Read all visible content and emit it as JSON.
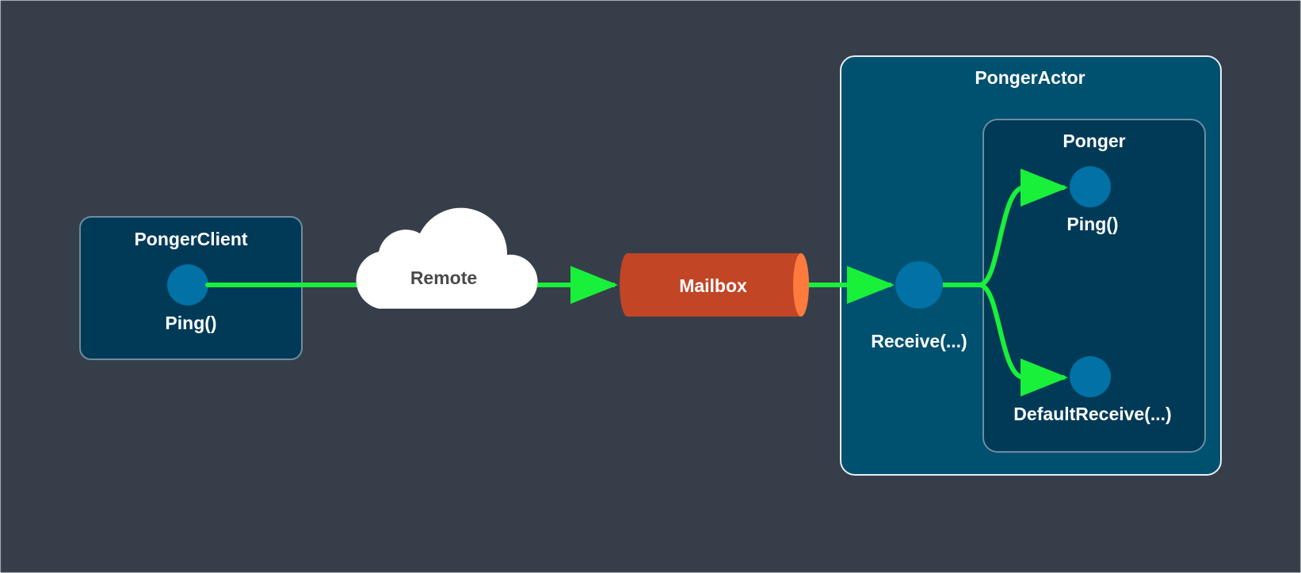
{
  "colors": {
    "background": "#363f49",
    "panel": "#003a57",
    "actor_panel": "#00506f",
    "node": "#0171a6",
    "arrow": "#19f03a",
    "mailbox": "#c24526",
    "mailbox_end": "#ff7a3d",
    "cloud": "#ffffff"
  },
  "client": {
    "title": "PongerClient",
    "method": "Ping()"
  },
  "remote": {
    "label": "Remote"
  },
  "mailbox": {
    "label": "Mailbox"
  },
  "actor": {
    "title": "PongerActor",
    "receive": "Receive(...)",
    "ponger": {
      "title": "Ponger",
      "ping": "Ping()",
      "default_receive": "DefaultReceive(...)"
    }
  }
}
